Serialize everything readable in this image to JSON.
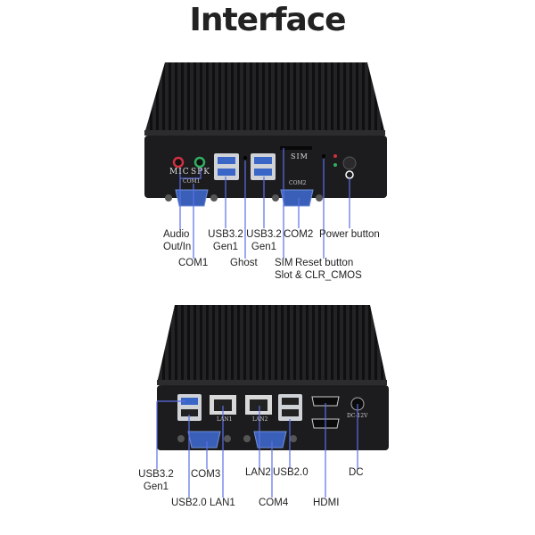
{
  "title": "Interface",
  "top_device": {
    "panel_marks": {
      "mic": "MIC",
      "spk": "SPK",
      "com1": "COM1",
      "sim": "SIM",
      "com2": "COM2"
    },
    "labels": {
      "audio_line1": "Audio",
      "audio_line2": "Out/In",
      "com1": "COM1",
      "usb_a_line1": "USB3.2",
      "usb_a_line2": "Gen1",
      "ghost": "Ghost",
      "usb_b_line1": "USB3.2",
      "usb_b_line2": "Gen1",
      "com2": "COM2",
      "sim_line1": "SIM",
      "sim_line2": "Slot & CLR_CMOS",
      "reset": "Reset button",
      "power": "Power button"
    }
  },
  "bottom_device": {
    "panel_marks": {
      "lan1": "LAN1",
      "lan2": "LAN2",
      "dc": "DC-12V"
    },
    "labels": {
      "usb32_line1": "USB3.2",
      "usb32_line2": "Gen1",
      "com3": "COM3",
      "lan2": "LAN2",
      "usb20_right": "USB2.0",
      "dc": "DC",
      "usb20_left": "USB2.0",
      "lan1": "LAN1",
      "com4": "COM4",
      "hdmi": "HDMI"
    }
  },
  "colors": {
    "leader": "#5b6ee8",
    "body": "#1b1b1d",
    "port_blue": "#3a5fb8"
  }
}
